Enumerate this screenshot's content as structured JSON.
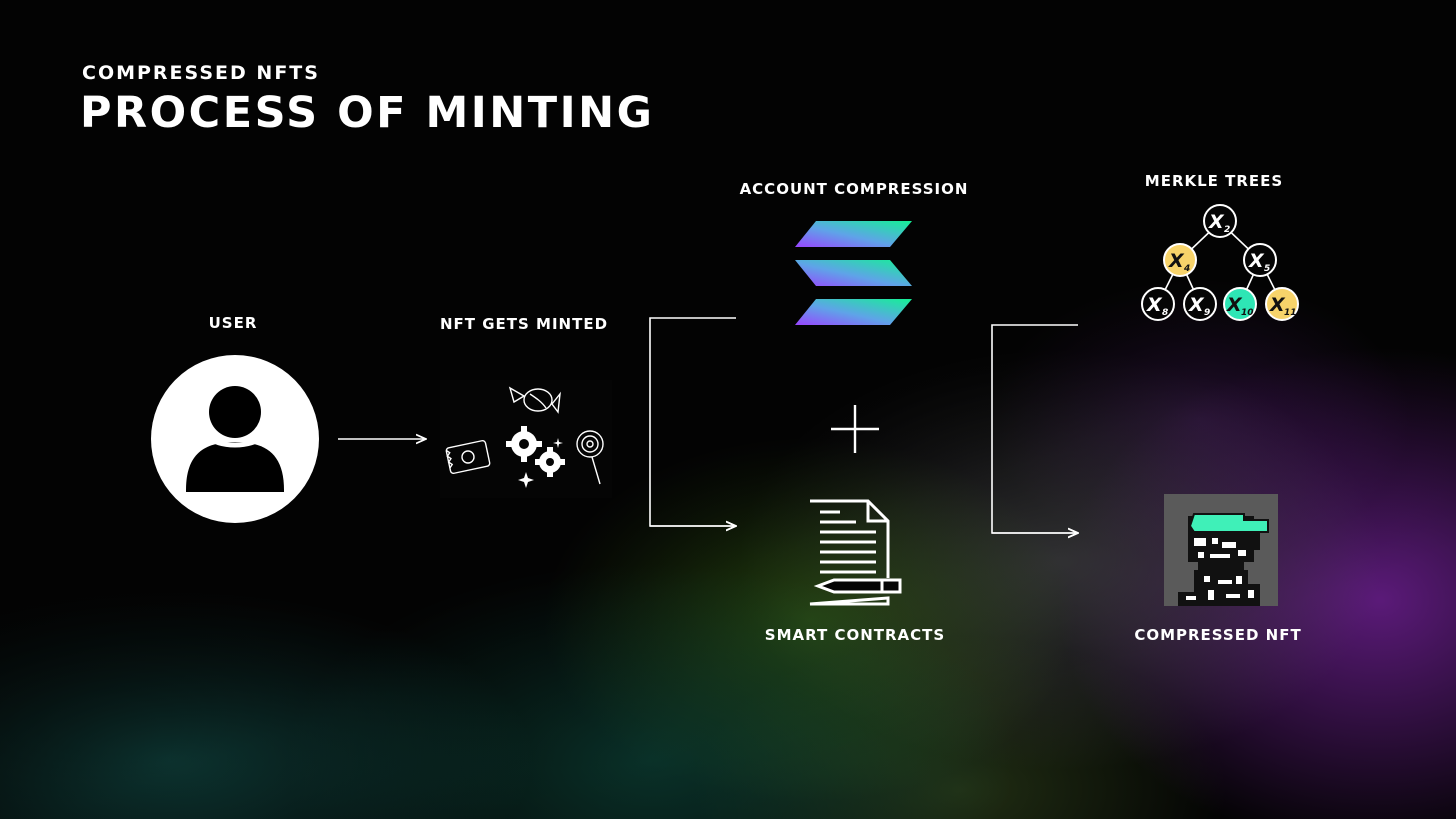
{
  "header": {
    "subtitle": "COMPRESSED NFTS",
    "title": "PROCESS OF MINTING"
  },
  "nodes": {
    "user": {
      "label": "USER",
      "icon": "user-avatar-icon"
    },
    "nft_minted": {
      "label": "NFT GETS MINTED",
      "icon": "minting-machine-icon"
    },
    "account_compression": {
      "label": "ACCOUNT COMPRESSION",
      "icon": "solana-logo-icon"
    },
    "smart_contracts": {
      "label": "SMART CONTRACTS",
      "icon": "contract-document-icon"
    },
    "merkle_trees": {
      "label": "MERKLE TREES",
      "icon": "merkle-tree-icon",
      "tree_nodes": [
        {
          "var": "X",
          "sub": "2"
        },
        {
          "var": "X",
          "sub": "4"
        },
        {
          "var": "X",
          "sub": "5"
        },
        {
          "var": "X",
          "sub": "8"
        },
        {
          "var": "X",
          "sub": "9"
        },
        {
          "var": "X",
          "sub": "10"
        },
        {
          "var": "X",
          "sub": "11"
        }
      ]
    },
    "compressed_nft": {
      "label": "COMPRESSED NFT",
      "icon": "pixel-art-nft-icon"
    }
  },
  "connectors": {
    "plus_icon": "plus-icon"
  },
  "colors": {
    "background": "#030303",
    "text": "#ffffff",
    "solana_green": "#14f195",
    "solana_purple": "#9945ff",
    "merkle_yellow": "#f7d36a",
    "merkle_teal": "#2ee6b5",
    "nft_cap": "#3ff0b8"
  }
}
